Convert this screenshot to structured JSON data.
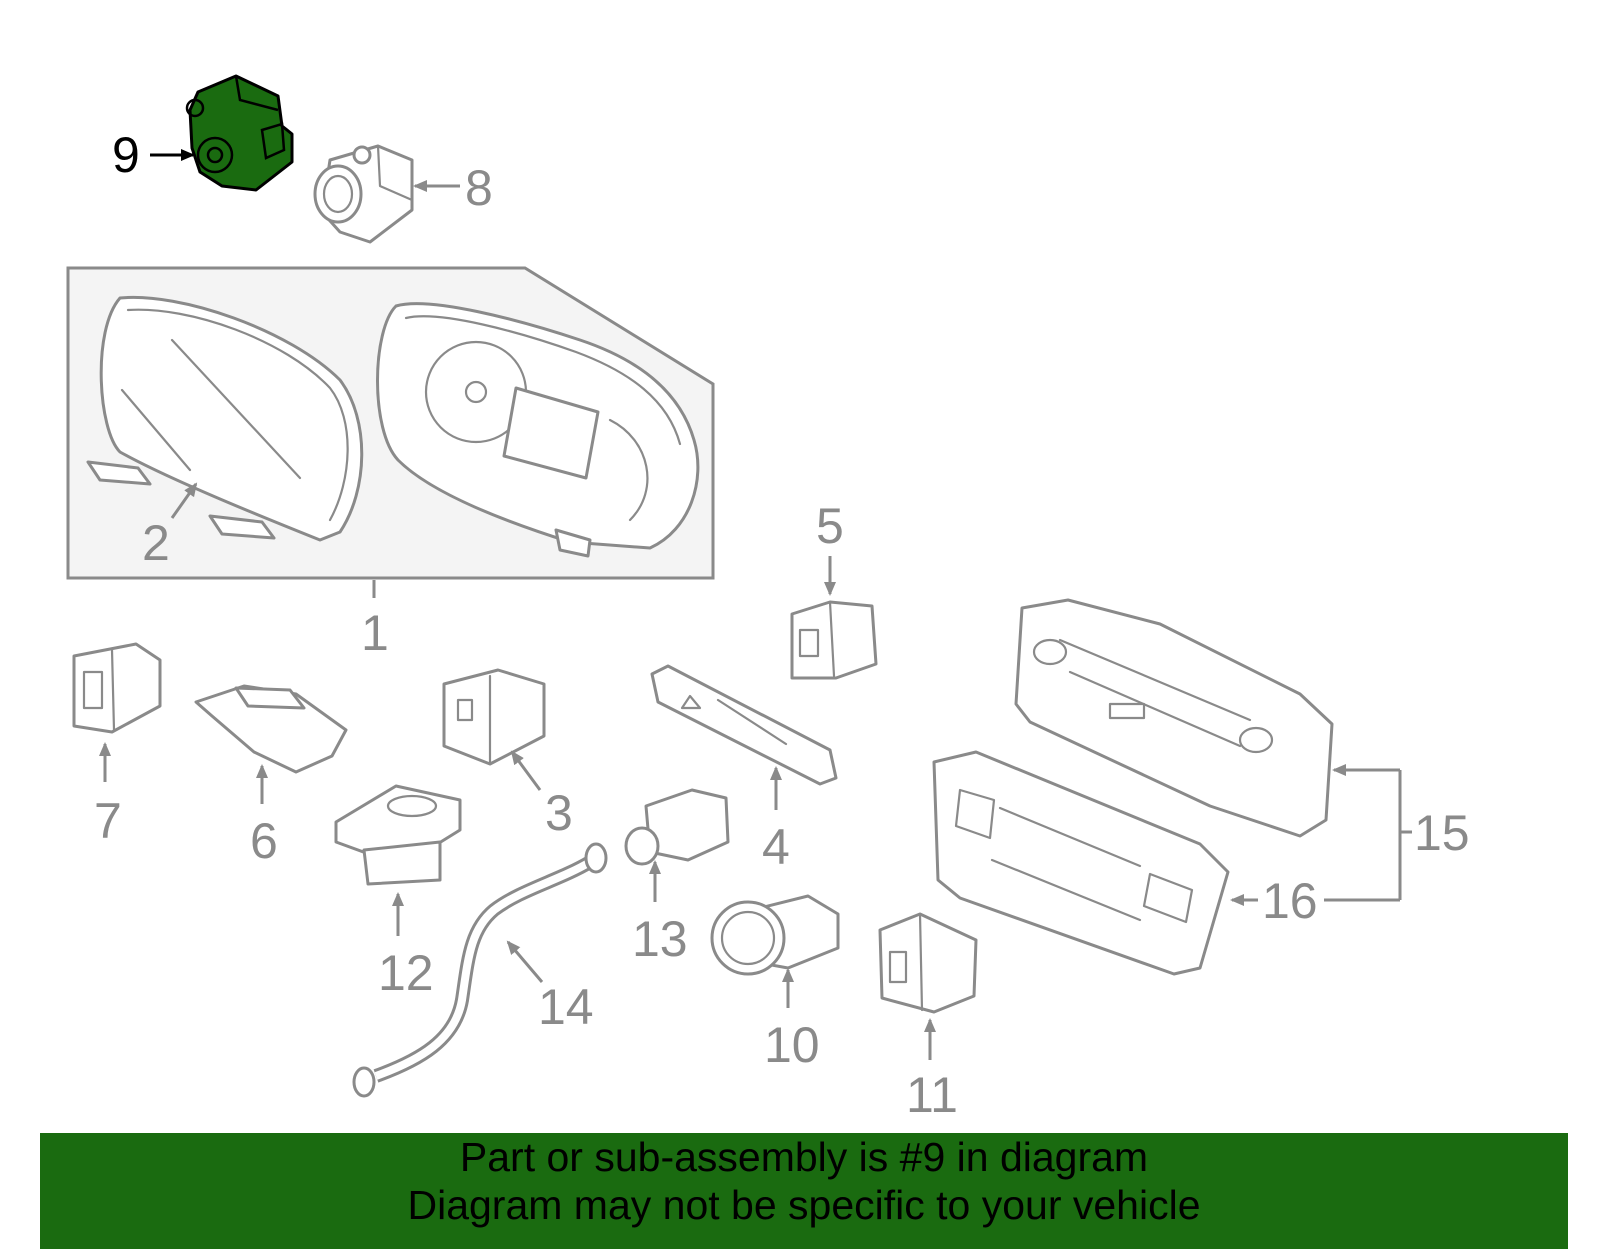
{
  "callouts": {
    "c1": "1",
    "c2": "2",
    "c3": "3",
    "c4": "4",
    "c5": "5",
    "c6": "6",
    "c7": "7",
    "c8": "8",
    "c9": "9",
    "c10": "10",
    "c11": "11",
    "c12": "12",
    "c13": "13",
    "c14": "14",
    "c15": "15",
    "c16": "16"
  },
  "highlight": {
    "part_number": "9",
    "color": "#1a6b10"
  },
  "colors": {
    "outline": "#8a8a8a",
    "group_box": "#f4f4f4",
    "banner": "#1a6b10"
  },
  "banner": {
    "line1": "Part or sub-assembly is #9 in diagram",
    "line2": "Diagram may not be specific to your vehicle"
  }
}
